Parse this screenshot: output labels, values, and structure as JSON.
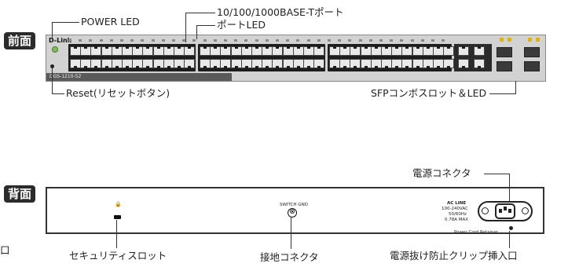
{
  "front": {
    "side_label": "前面",
    "logo": "D-Link",
    "model": "DGS-1210-52",
    "callouts": {
      "power_led": "POWER LED",
      "ports": "10/100/1000BASE-Tポート",
      "port_led": "ポートLED",
      "reset": "Reset(リセットボタン)",
      "sfp": "SFPコンボスロット＆LED"
    }
  },
  "rear": {
    "side_label": "背面",
    "switch_gnd": "SWITCH GND",
    "ac_line": "AC LINE",
    "voltage": "100-240VAC",
    "freq": "50/60Hz",
    "current": "0.78A MAX",
    "retainer_text": "Power Cord Retainer",
    "callouts": {
      "power_connector": "電源コネクタ",
      "security_slot": "セキュリティスロット",
      "ground_connector": "接地コネクタ",
      "retainer_hole": "電源抜け防止クリップ挿入口"
    },
    "left_fragment": "口"
  }
}
